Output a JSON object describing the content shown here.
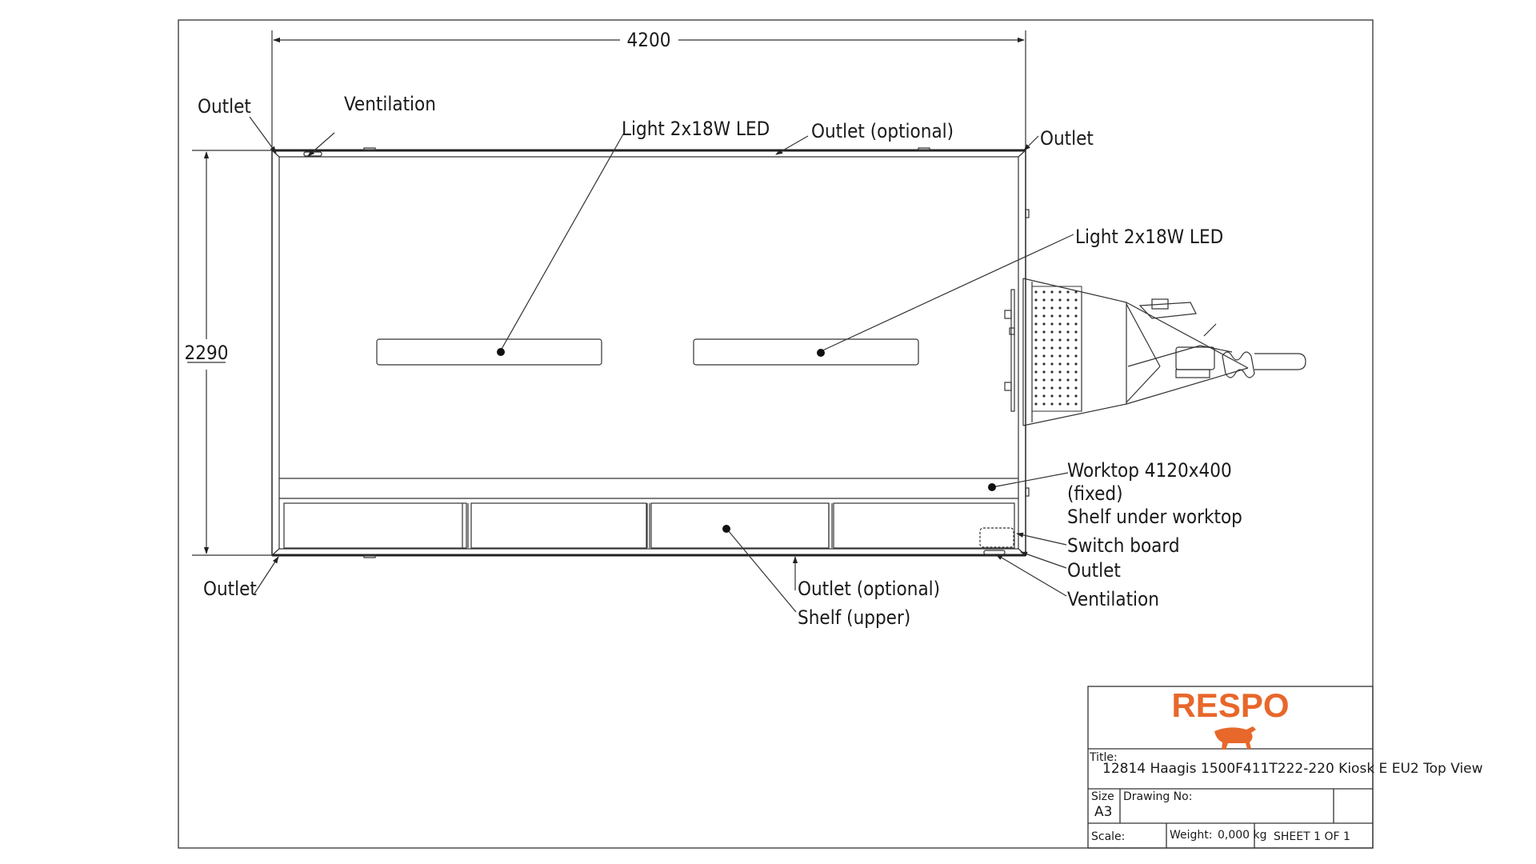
{
  "dimensions": {
    "length": "4200",
    "width": "2290"
  },
  "callouts": {
    "outlet_top_left": "Outlet",
    "ventilation_top": "Ventilation",
    "light_left": "Light 2x18W LED",
    "outlet_optional_top": "Outlet (optional)",
    "outlet_top_right": "Outlet",
    "light_right": "Light 2x18W LED",
    "worktop_line1": "Worktop 4120x400",
    "worktop_line2": "(fixed)",
    "worktop_line3": "Shelf under worktop",
    "switch_board": "Switch board",
    "outlet_bottom_right": "Outlet",
    "ventilation_bottom": "Ventilation",
    "outlet_bottom_left": "Outlet",
    "outlet_optional_bottom": "Outlet (optional)",
    "shelf_upper": "Shelf (upper)"
  },
  "title_block": {
    "brand": "RESPO",
    "title_label": "Title:",
    "title": "12814 Haagis 1500F411T222-220 Kiosk E EU2 Top View",
    "size_label": "Size",
    "size": "A3",
    "drawing_no_label": "Drawing No:",
    "scale_label": "Scale:",
    "weight_label": "Weight:",
    "weight": "0,000 kg",
    "sheet": "SHEET 1 OF 1"
  },
  "colors": {
    "brand": "#e8672a",
    "line": "#333333"
  }
}
